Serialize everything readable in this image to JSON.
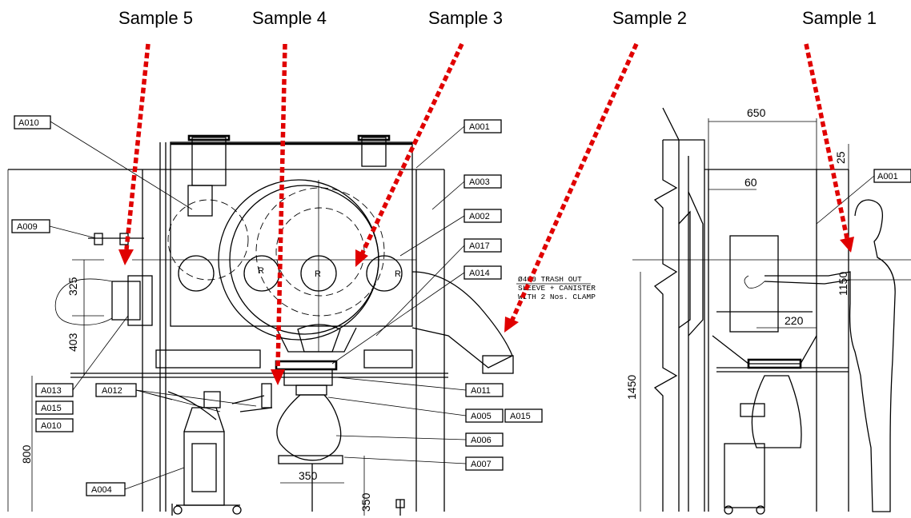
{
  "samples": [
    {
      "id": "sample-5",
      "label": "Sample 5"
    },
    {
      "id": "sample-4",
      "label": "Sample 4"
    },
    {
      "id": "sample-3",
      "label": "Sample 3"
    },
    {
      "id": "sample-2",
      "label": "Sample 2"
    },
    {
      "id": "sample-1",
      "label": "Sample 1"
    }
  ],
  "tags": {
    "A010": "A010",
    "A009": "A009",
    "A013": "A013",
    "A015": "A015",
    "A012": "A012",
    "A004": "A004",
    "A001": "A001",
    "A003": "A003",
    "A002": "A002",
    "A017": "A017",
    "A014": "A014",
    "A011": "A011",
    "A005": "A005",
    "A006": "A006",
    "A007": "A007"
  },
  "dimensions": {
    "d325": "325",
    "d403": "403",
    "d800": "800",
    "d350": "350",
    "d650": "650",
    "d25": "25",
    "d60": "60",
    "d1150": "1150",
    "d220": "220",
    "d1450": "1450"
  },
  "note_lines": [
    "Ø400 TRASH OUT",
    "SLEEVE + CANISTER",
    "WITH 2 Nos. CLAMP"
  ],
  "port_label": "R",
  "colors": {
    "arrow": "#e00000",
    "line": "#000000",
    "background": "#ffffff"
  }
}
